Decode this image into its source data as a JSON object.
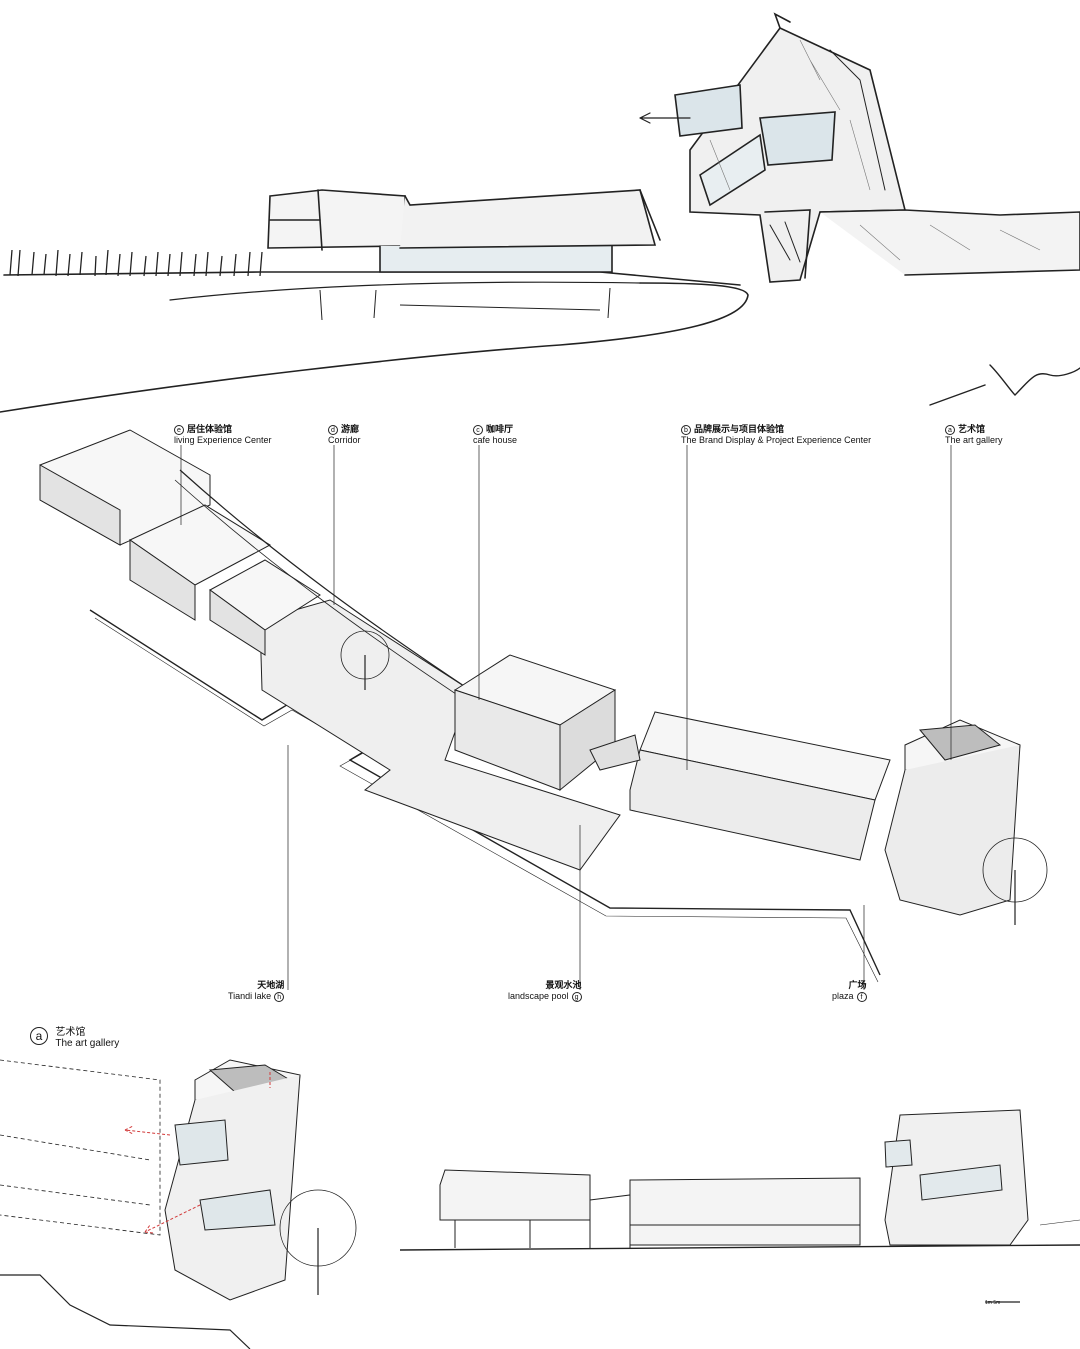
{
  "labels": {
    "e": {
      "letter": "e",
      "zh": "居住体验馆",
      "en": "living Experience Center"
    },
    "d": {
      "letter": "d",
      "zh": "游廊",
      "en": "Corridor"
    },
    "c": {
      "letter": "c",
      "zh": "咖啡厅",
      "en": "cafe house"
    },
    "b": {
      "letter": "b",
      "zh": "品牌展示与项目体验馆",
      "en": "The Brand Display & Project Experience Center"
    },
    "a": {
      "letter": "a",
      "zh": "艺术馆",
      "en": "The art gallery"
    },
    "h": {
      "letter": "h",
      "zh": "天地湖",
      "en": "Tiandi lake"
    },
    "g": {
      "letter": "g",
      "zh": "景观水池",
      "en": "landscape pool"
    },
    "f": {
      "letter": "f",
      "zh": "广场",
      "en": "plaza"
    }
  },
  "detail": {
    "letter": "a",
    "zh": "艺术馆",
    "en": "The art gallery"
  },
  "scale_text": "1m 5m",
  "colors": {
    "line": "#222222",
    "glass": "#dde6ea",
    "arrow": "#d23a3a",
    "hatch": "#555555"
  }
}
